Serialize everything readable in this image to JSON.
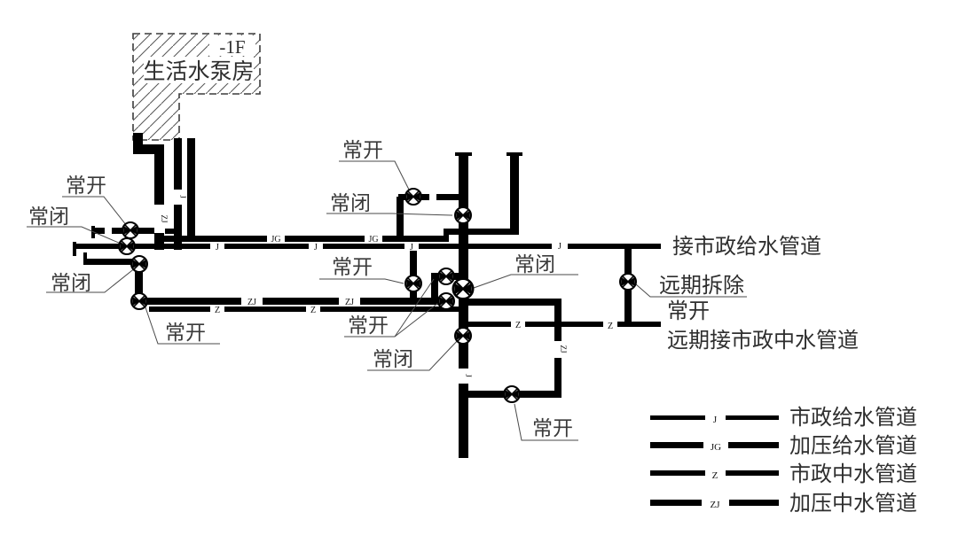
{
  "pump_room": {
    "floor_label": "-1F",
    "name": "生活水泵房"
  },
  "valve_labels": {
    "open": "常开",
    "closed": "常闭"
  },
  "pipe_codes": {
    "j": "J",
    "jg": "JG",
    "z": "Z",
    "zj": "ZJ"
  },
  "annotations": {
    "connect_municipal_supply": "接市政给水管道",
    "future_demolition": "远期拆除",
    "normally_open": "常开",
    "future_connect_municipal_reclaimed": "远期接市政中水管道"
  },
  "legend": {
    "items": [
      {
        "code": "J",
        "name": "市政给水管道"
      },
      {
        "code": "JG",
        "name": "加压给水管道"
      },
      {
        "code": "Z",
        "name": "市政中水管道"
      },
      {
        "code": "ZJ",
        "name": "加压中水管道"
      }
    ]
  },
  "colors": {
    "pipe": "#000000",
    "label_text": "#3a3a3a",
    "leader": "#4a4a4a"
  }
}
